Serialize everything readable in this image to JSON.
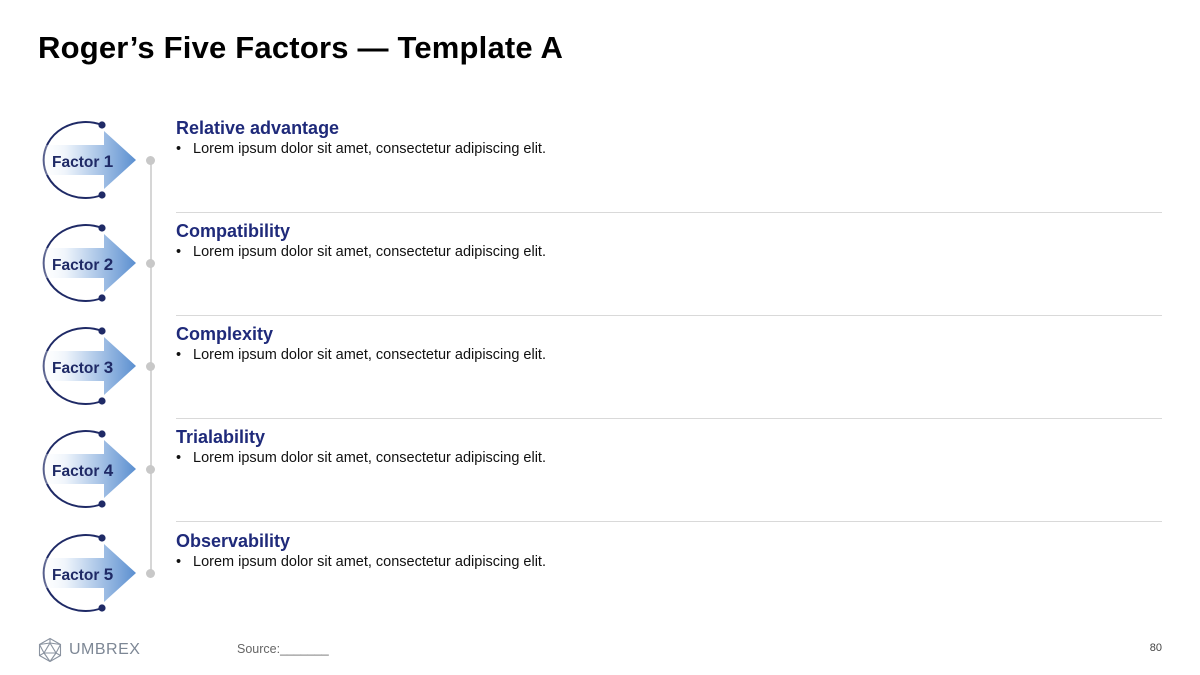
{
  "title": "Roger’s Five Factors — Template A",
  "factors": [
    {
      "badge_word": "Factor",
      "badge_num": "1",
      "heading": "Relative advantage",
      "bullet": "Lorem ipsum dolor sit amet, consectetur adipiscing elit."
    },
    {
      "badge_word": "Factor",
      "badge_num": "2",
      "heading": "Compatibility",
      "bullet": "Lorem ipsum dolor sit amet, consectetur adipiscing elit."
    },
    {
      "badge_word": "Factor",
      "badge_num": "3",
      "heading": "Complexity",
      "bullet": "Lorem ipsum dolor sit amet, consectetur adipiscing elit."
    },
    {
      "badge_word": "Factor",
      "badge_num": "4",
      "heading": "Trialability",
      "bullet": "Lorem ipsum dolor sit amet, consectetur adipiscing elit."
    },
    {
      "badge_word": "Factor",
      "badge_num": "5",
      "heading": "Observability",
      "bullet": "Lorem ipsum dolor sit amet, consectetur adipiscing elit."
    }
  ],
  "bullet_char": "•",
  "footer": {
    "logo_text": "UMBREX",
    "source": "Source:_______",
    "page_number": "80"
  },
  "colors": {
    "heading": "#1f2a7a",
    "badge_ring": "#1f2a66",
    "arrow_start": "#eef4fb",
    "arrow_end": "#5b8fd0",
    "timeline": "#d6d6d6"
  }
}
